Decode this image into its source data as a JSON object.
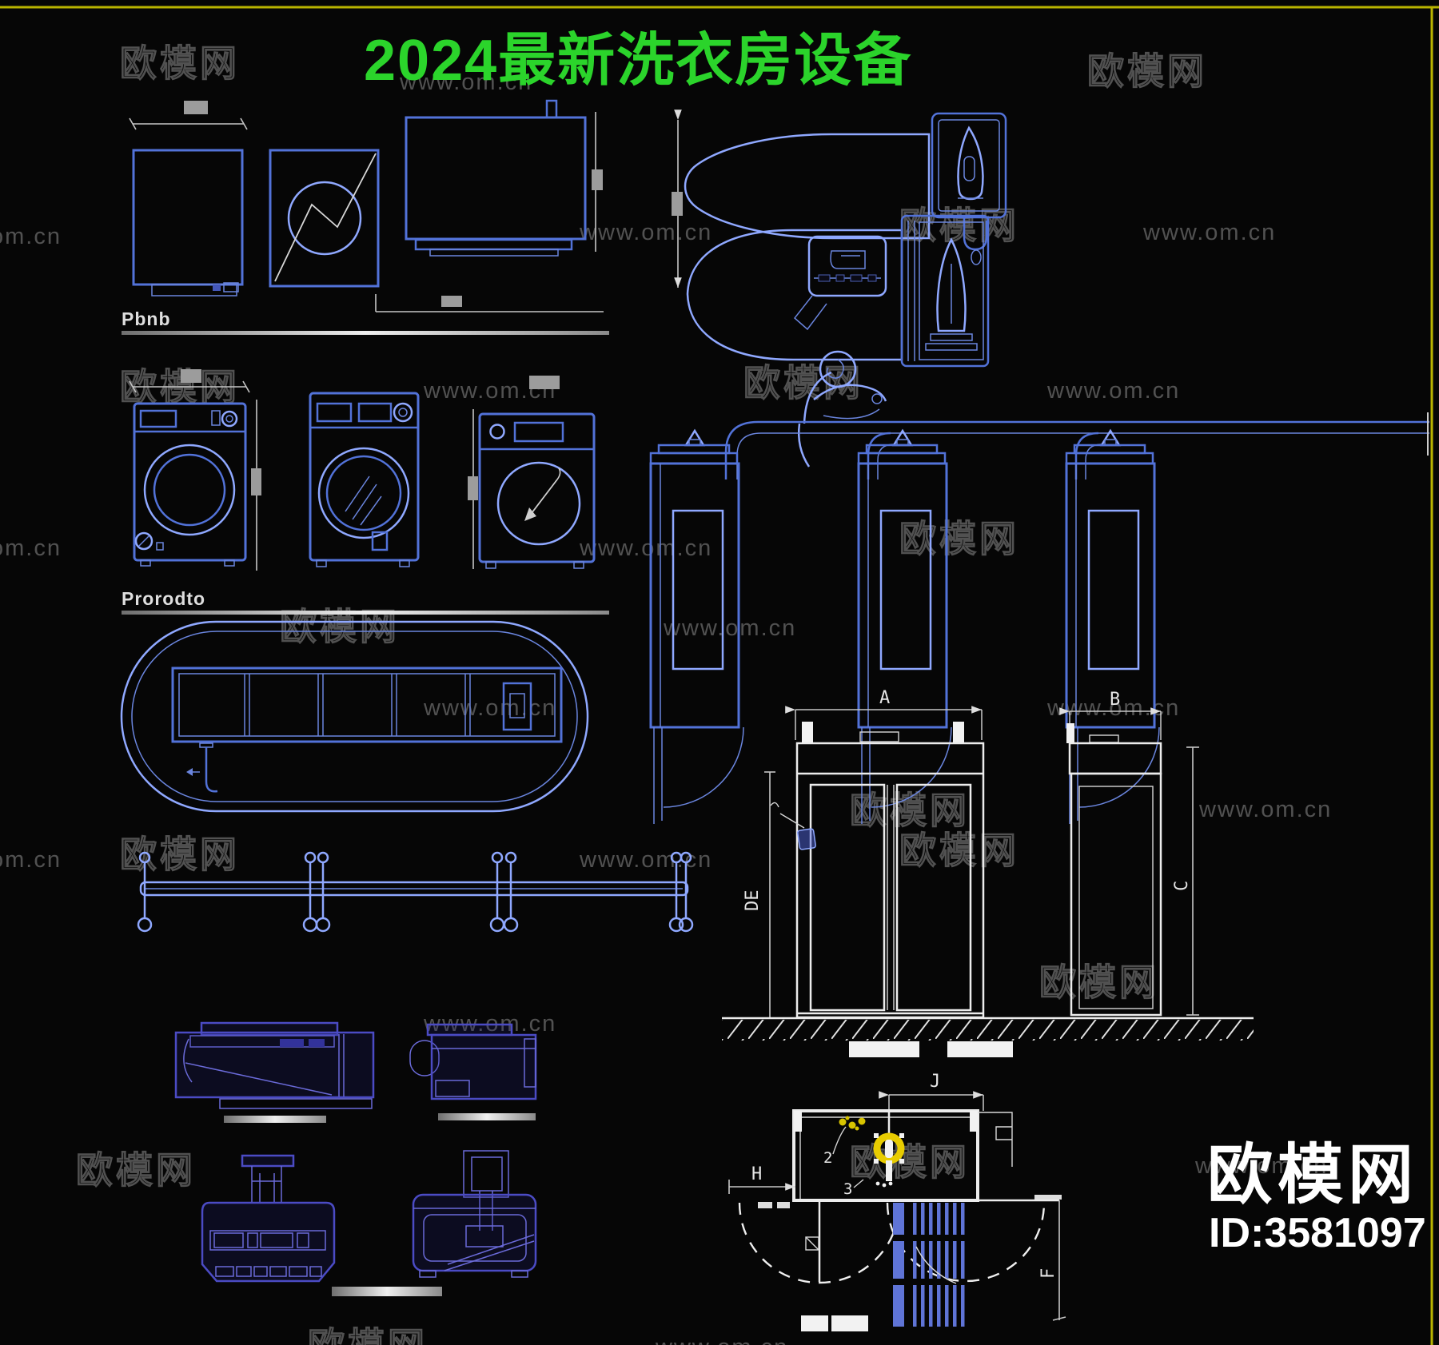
{
  "title": {
    "text": "2024最新洗衣房设备",
    "color": "#2bd42b"
  },
  "section_labels": {
    "plan": "Pbnb",
    "elevation": "Prorodto"
  },
  "dimensions": {
    "a": "A",
    "b": "B",
    "c": "C",
    "de": "DE",
    "j": "J",
    "h": "H",
    "f": "F",
    "note2": "2",
    "note3": "3"
  },
  "watermarks": {
    "brand": "欧模网",
    "url": "www.om.cn",
    "url_partial": "om.cn"
  },
  "logo": {
    "brand": "欧模网",
    "id_text": "ID:3581097"
  },
  "colors": {
    "background": "#060606",
    "line_blue": "#5272d8",
    "line_blue_light": "#8fa8ff",
    "line_white": "#ececec",
    "line_indigo": "#4b4bc4",
    "dim_block_gray": "#9c9c9c",
    "accent_yellow": "#e8cc00",
    "border_yellow": "#b9b400",
    "title_green": "#2bd42b"
  }
}
